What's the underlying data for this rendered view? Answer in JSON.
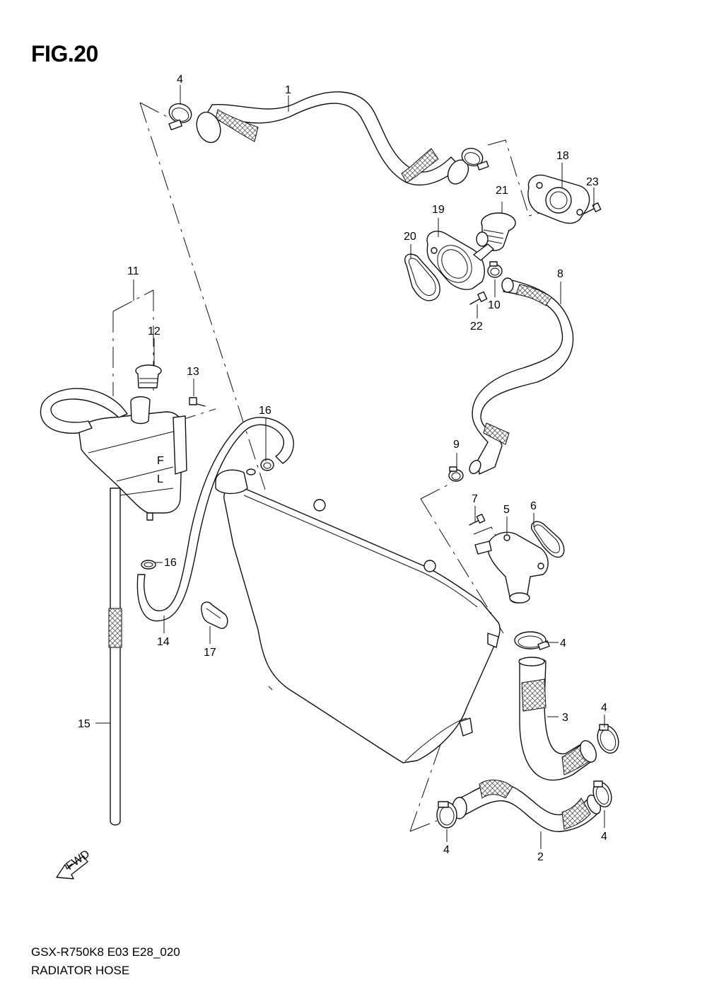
{
  "figure": {
    "title": "FIG.20",
    "model_code": "GSX-R750K8 E03 E28_020",
    "name": "RADIATOR HOSE",
    "fwd_label": "FWD"
  },
  "callouts": {
    "c1": "1",
    "c2": "2",
    "c3": "3",
    "c4a": "4",
    "c4b": "4",
    "c4c": "4",
    "c4d": "4",
    "c4e": "4",
    "c5": "5",
    "c6": "6",
    "c7": "7",
    "c8": "8",
    "c9": "9",
    "c10": "10",
    "c11": "11",
    "c12": "12",
    "c13": "13",
    "c14": "14",
    "c15": "15",
    "c16a": "16",
    "c16b": "16",
    "c17": "17",
    "c18": "18",
    "c19": "19",
    "c20": "20",
    "c21": "21",
    "c22": "22",
    "c23": "23"
  }
}
